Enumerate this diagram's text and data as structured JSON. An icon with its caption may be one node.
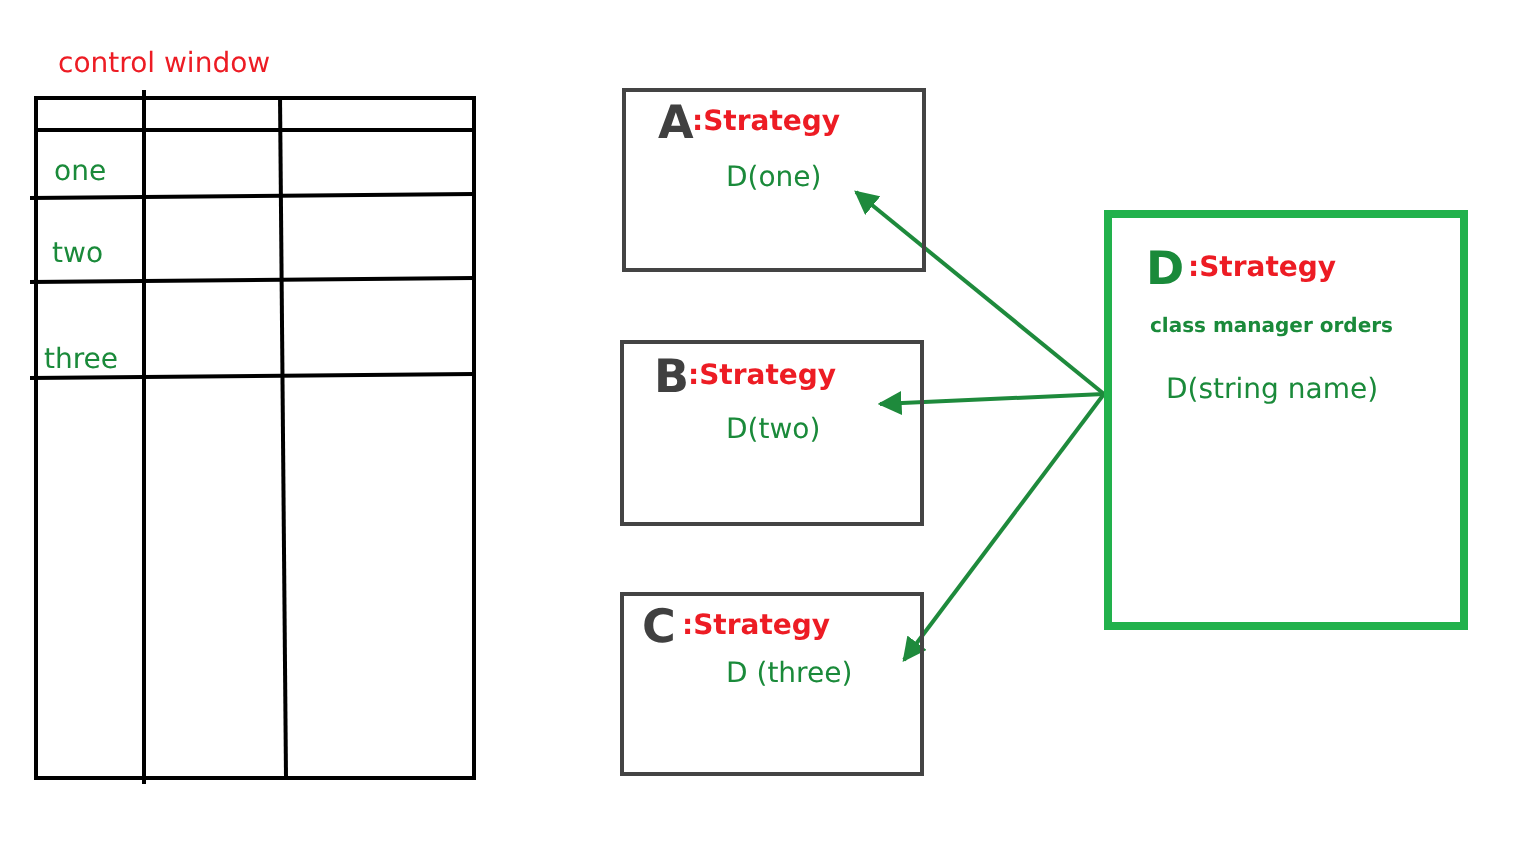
{
  "diagram": {
    "nodes": [
      {
        "text": [
          "control window"
        ]
      },
      {
        "text": [
          "A",
          ":Strategy",
          "D(one)"
        ]
      },
      {
        "text": [
          "B",
          ":Strategy",
          "D(two)"
        ]
      },
      {
        "text": [
          "C",
          ":Strategy",
          "D (three)"
        ]
      },
      {
        "text": [
          "D",
          ":Strategy",
          "class manager orders",
          "D(string name)"
        ]
      }
    ],
    "edges": [
      {
        "from": 4,
        "to": 1,
        "arrow": "to"
      },
      {
        "from": 4,
        "to": 2,
        "arrow": "to"
      },
      {
        "from": 4,
        "to": 3,
        "arrow": "to"
      }
    ],
    "labels": [
      "one",
      "two",
      "three"
    ]
  }
}
